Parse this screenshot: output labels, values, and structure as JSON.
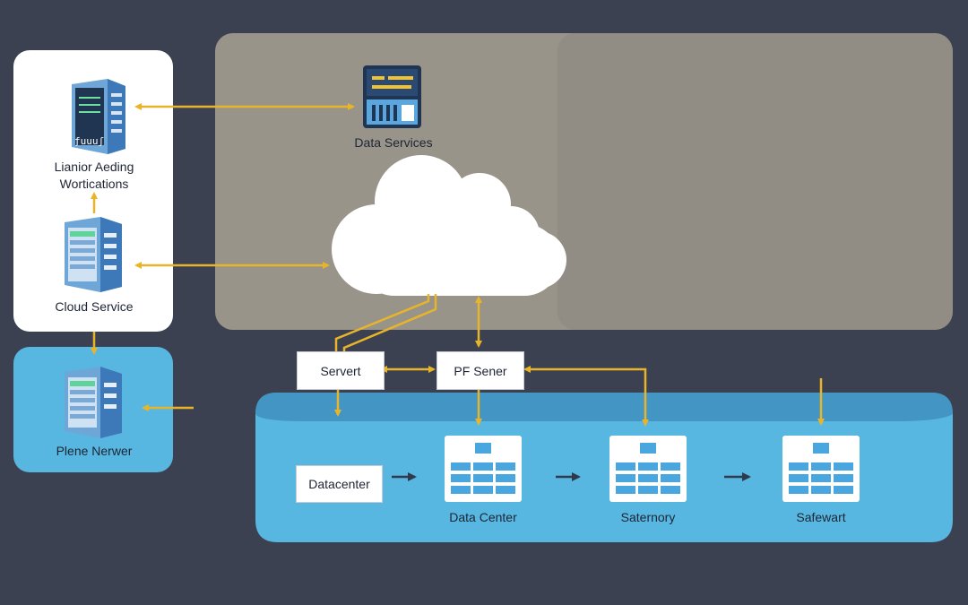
{
  "left_panel": {
    "top_label_line1": "Lianior Aeding",
    "top_label_line2": "Wortications",
    "middle_label": "Cloud Service",
    "server_sign": "ƒuuuʃ"
  },
  "bottom_left_panel": {
    "label": "Plene Nerwer"
  },
  "top_panel": {
    "data_services_label": "Data Services"
  },
  "middle_boxes": {
    "servert": "Servert",
    "pf_sener": "PF Sener"
  },
  "bottom_panel": {
    "datacenter_box": "Datacenter",
    "cards": [
      "Data Center",
      "Saternory",
      "Safewart"
    ]
  },
  "colors": {
    "background": "#3b4150",
    "connector": "#e8b52a",
    "flow_arrow": "#2f3a4e",
    "blue_panel": "#57b7e0",
    "gray_panel": "#999489"
  }
}
